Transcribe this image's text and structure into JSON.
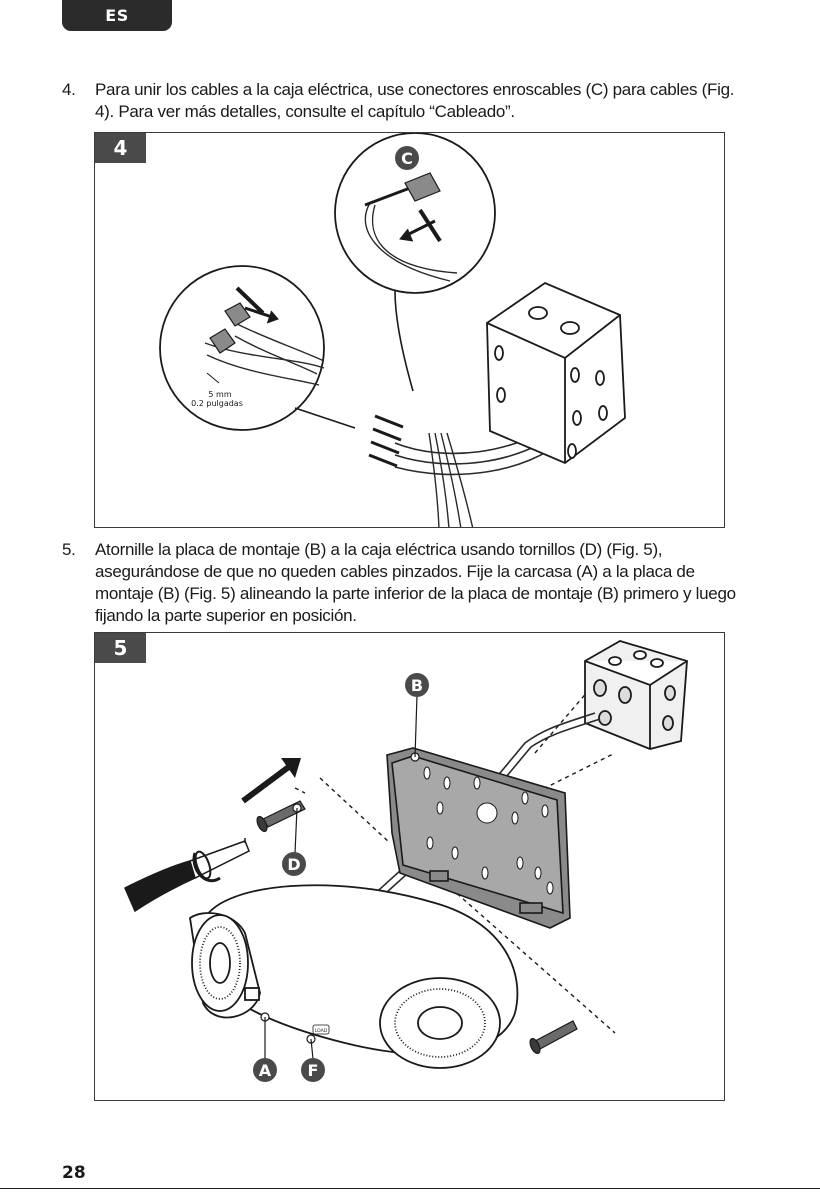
{
  "header": {
    "language_tab": "ES"
  },
  "steps": [
    {
      "number": "4.",
      "text": "Para unir los cables a la caja eléctrica, use conectores enroscables (C) para cables (Fig. 4). Para ver más detalles, consulte el capítulo “Cableado”."
    },
    {
      "number": "5.",
      "text": "Atornille la placa de montaje (B) a la caja eléctrica usando tornillos (D) (Fig. 5), asegurándose de que no queden cables pinzados. Fije la carcasa (A) a la placa de montaje (B) (Fig. 5) alineando la parte inferior de la placa de montaje (B) primero y luego fijando la parte superior en posición."
    }
  ],
  "figure4": {
    "tag": "4",
    "label_c": "C",
    "measure_mm": "5 mm",
    "measure_in": "0.2 pulgadas"
  },
  "figure5": {
    "tag": "5",
    "label_b": "B",
    "label_d": "D",
    "label_a": "A",
    "label_f": "F",
    "device_text": "LOAD"
  },
  "footer": {
    "page_number": "28"
  }
}
